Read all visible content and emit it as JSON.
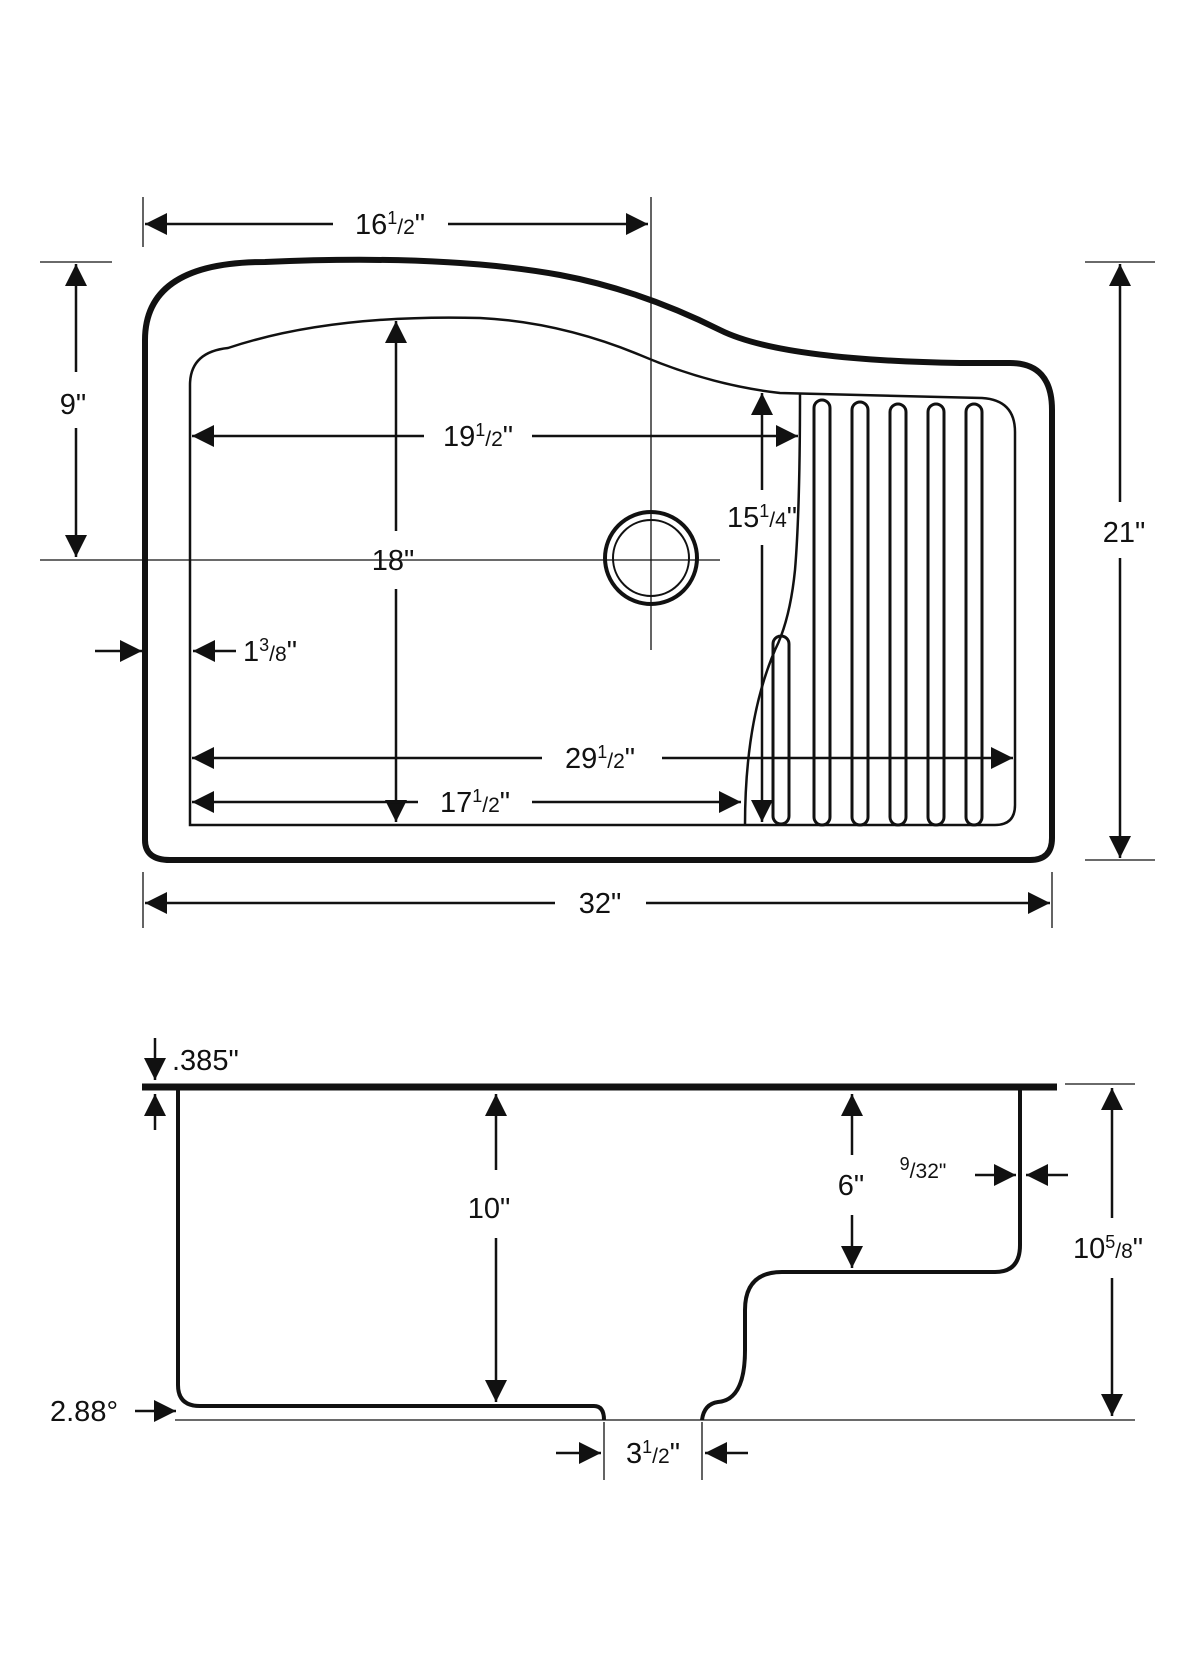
{
  "plan_view": {
    "dims": {
      "top_width": {
        "whole": "16",
        "num": "1",
        "den": "2",
        "unit": "\""
      },
      "left_height": {
        "text": "9\""
      },
      "right_height": {
        "text": "21\""
      },
      "bowl_width": {
        "whole": "19",
        "num": "1",
        "den": "2",
        "unit": "\""
      },
      "bowl_depth": {
        "text": "18\""
      },
      "drainboard_depth": {
        "whole": "15",
        "num": "1",
        "den": "4",
        "unit": "\""
      },
      "rim": {
        "whole": "1",
        "num": "3",
        "den": "8",
        "unit": "\""
      },
      "inner_length": {
        "whole": "29",
        "num": "1",
        "den": "2",
        "unit": "\""
      },
      "bowl_bottom_width": {
        "whole": "17",
        "num": "1",
        "den": "2",
        "unit": "\""
      },
      "overall_length": {
        "text": "32\""
      }
    }
  },
  "section_view": {
    "dims": {
      "flange_thickness": {
        "text": ".385\""
      },
      "bowl_depth": {
        "text": "10\""
      },
      "step_depth": {
        "text": "6\""
      },
      "wall_thickness": {
        "num": "9",
        "den": "32",
        "unit": "\""
      },
      "overall_depth": {
        "whole": "10",
        "num": "5",
        "den": "8",
        "unit": "\""
      },
      "draft_angle": {
        "text": "2.88°"
      },
      "drain_width": {
        "whole": "3",
        "num": "1",
        "den": "2",
        "unit": "\""
      }
    }
  }
}
